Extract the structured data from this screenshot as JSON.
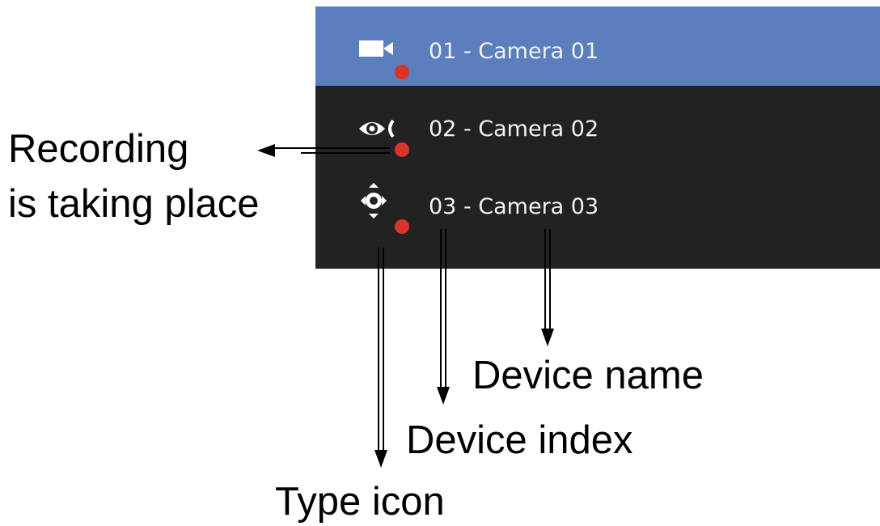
{
  "device_list": {
    "items": [
      {
        "index": "01",
        "separator": "-",
        "name": "Camera 01",
        "label": "01 - Camera 01",
        "type_icon": "video-camera-icon",
        "recording": true,
        "selected": true
      },
      {
        "index": "02",
        "separator": "-",
        "name": "Camera 02",
        "label": "02 - Camera 02",
        "type_icon": "eye-icon",
        "recording": true,
        "selected": false
      },
      {
        "index": "03",
        "separator": "-",
        "name": "Camera 03",
        "label": "03 - Camera 03",
        "type_icon": "ptz-icon",
        "recording": true,
        "selected": false
      }
    ]
  },
  "annotations": {
    "recording_line1": "Recording",
    "recording_line2": "is taking place",
    "device_name": "Device name",
    "device_index": "Device index",
    "type_icon": "Type icon"
  },
  "colors": {
    "panel_bg": "#222222",
    "selected_row_bg": "#5a7fbc",
    "recording_dot": "#d9342b",
    "row_text": "#f2f2f2",
    "annotation_text": "#000000"
  }
}
